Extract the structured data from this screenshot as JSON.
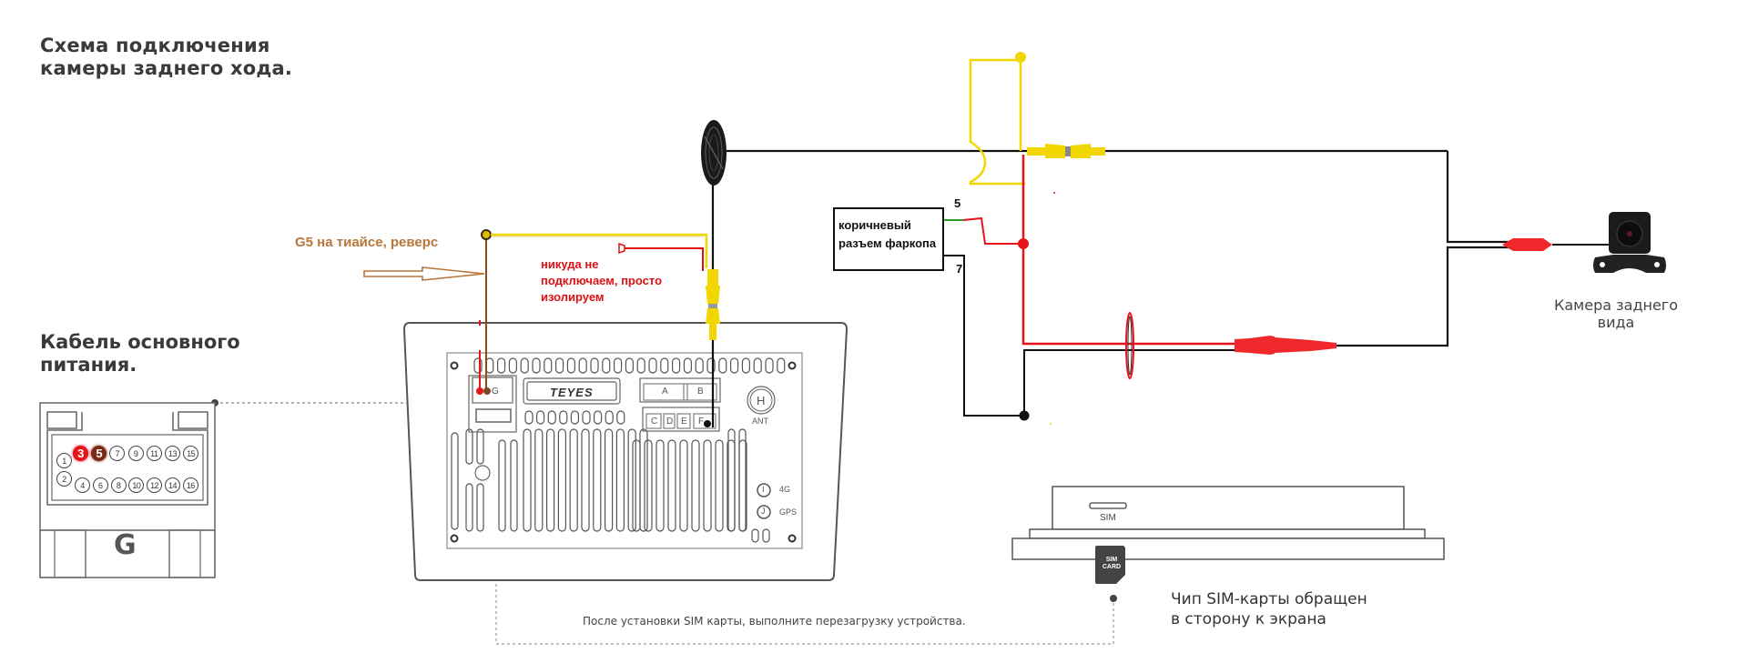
{
  "title": "Схема подключения\nкамеры заднего хода.",
  "power_cable": {
    "title": "Кабель основного\nпитания.",
    "connector_letter": "G",
    "pins_top": [
      "1",
      "3",
      "5",
      "7",
      "9",
      "11",
      "13",
      "15"
    ],
    "pins_bottom": [
      "2",
      "4",
      "6",
      "8",
      "10",
      "12",
      "14",
      "16"
    ],
    "highlighted_pins": {
      "3": "#e8141b",
      "5": "#7a2a14"
    }
  },
  "annotations": {
    "g5_note": "G5 на тиайсе, реверс",
    "isolate_note": "никуда не\nподключаем, просто\nизолируем",
    "towbar_box": "коричневый\nразъем фаркопа",
    "towbar_pin_5": "5",
    "towbar_pin_7": "7"
  },
  "head_unit": {
    "brand": "TEYES",
    "port_g": "G",
    "ports_top": [
      "A",
      "B"
    ],
    "ports_bottom": [
      "C",
      "D",
      "E",
      "F"
    ],
    "antenna_port": "H",
    "antenna_label": "ANT",
    "port_4g_glyph": "I",
    "port_4g_label": "4G",
    "port_gps_glyph": "J",
    "port_gps_label": "GPS"
  },
  "camera": {
    "label": "Камера заднего\nвида"
  },
  "sim": {
    "slot_label": "SIM",
    "card_label_1": "SIM",
    "card_label_2": "CARD",
    "note": "Чип SIM-карты обращен\nв сторону к экрана",
    "reboot_note": "После установки SIM карты, выполните перезагрузку устройства."
  },
  "colors": {
    "video_wire": "#f2d600",
    "power_wire": "#e8141b",
    "ground_wire": "#111111",
    "reverse_wire": "#8a4a1c",
    "brown_text": "#b8763a",
    "red_text": "#e01010",
    "green_wire": "#2aa02a"
  }
}
